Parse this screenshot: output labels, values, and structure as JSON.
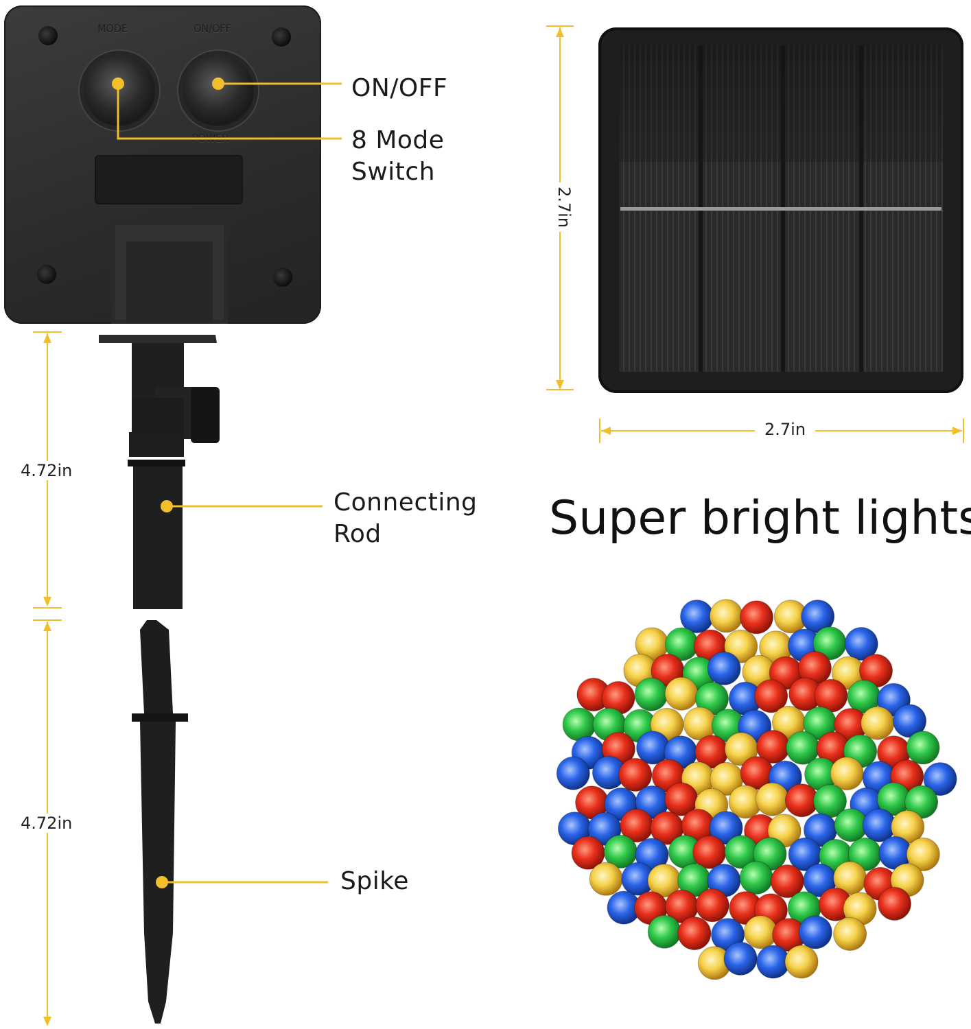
{
  "callouts": {
    "on_off": "ON/OFF",
    "mode_switch_line1": "8 Mode",
    "mode_switch_line2": "Switch",
    "connecting_rod_line1": "Connecting",
    "connecting_rod_line2": "Rod",
    "spike": "Spike"
  },
  "control_box": {
    "mode_label": "MODE",
    "on_off_label": "ON/OFF",
    "power_label": "POWER"
  },
  "dimensions": {
    "rod_length": "4.72in",
    "spike_length": "4.72in",
    "panel_height": "2.7in",
    "panel_width": "2.7in"
  },
  "headline": "Super bright lights",
  "colors": {
    "accent": "#f2bf2c",
    "bulb_red": "#e8301c",
    "bulb_green": "#2fc84a",
    "bulb_blue": "#2a64e8",
    "bulb_yellow": "#f5d24a"
  }
}
